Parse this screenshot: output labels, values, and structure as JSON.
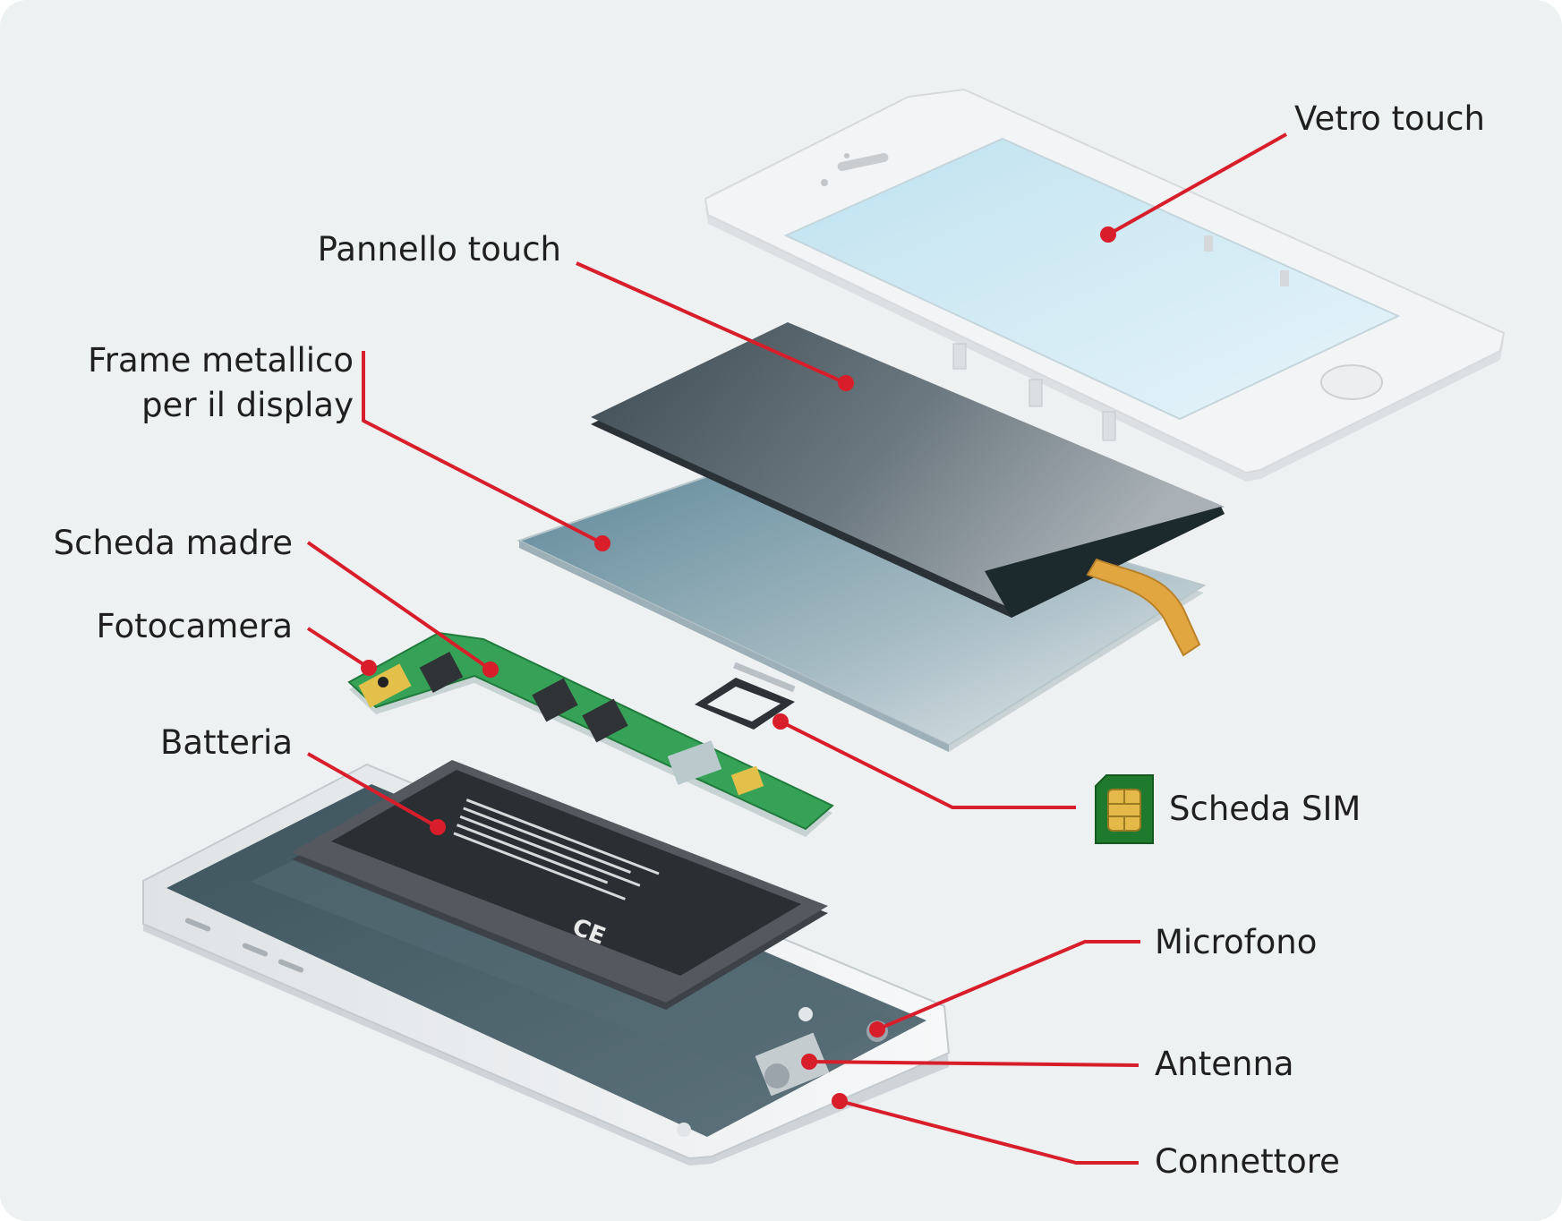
{
  "labels": {
    "vetro_touch": "Vetro touch",
    "pannello_touch": "Pannello touch",
    "frame_line1": "Frame metallico",
    "frame_line2": "per il display",
    "scheda_madre": "Scheda madre",
    "fotocamera": "Fotocamera",
    "batteria": "Batteria",
    "scheda_sim": "Scheda SIM",
    "microfono": "Microfono",
    "antenna": "Antenna",
    "connettore": "Connettore"
  },
  "colors": {
    "background": "#eef1f1",
    "leader_line": "#d81e2a",
    "glass": "#d6ecf5",
    "panel": "#4e5b64",
    "board": "#2f9a52",
    "battery": "#2c2f33",
    "housing": "#4d626b"
  }
}
